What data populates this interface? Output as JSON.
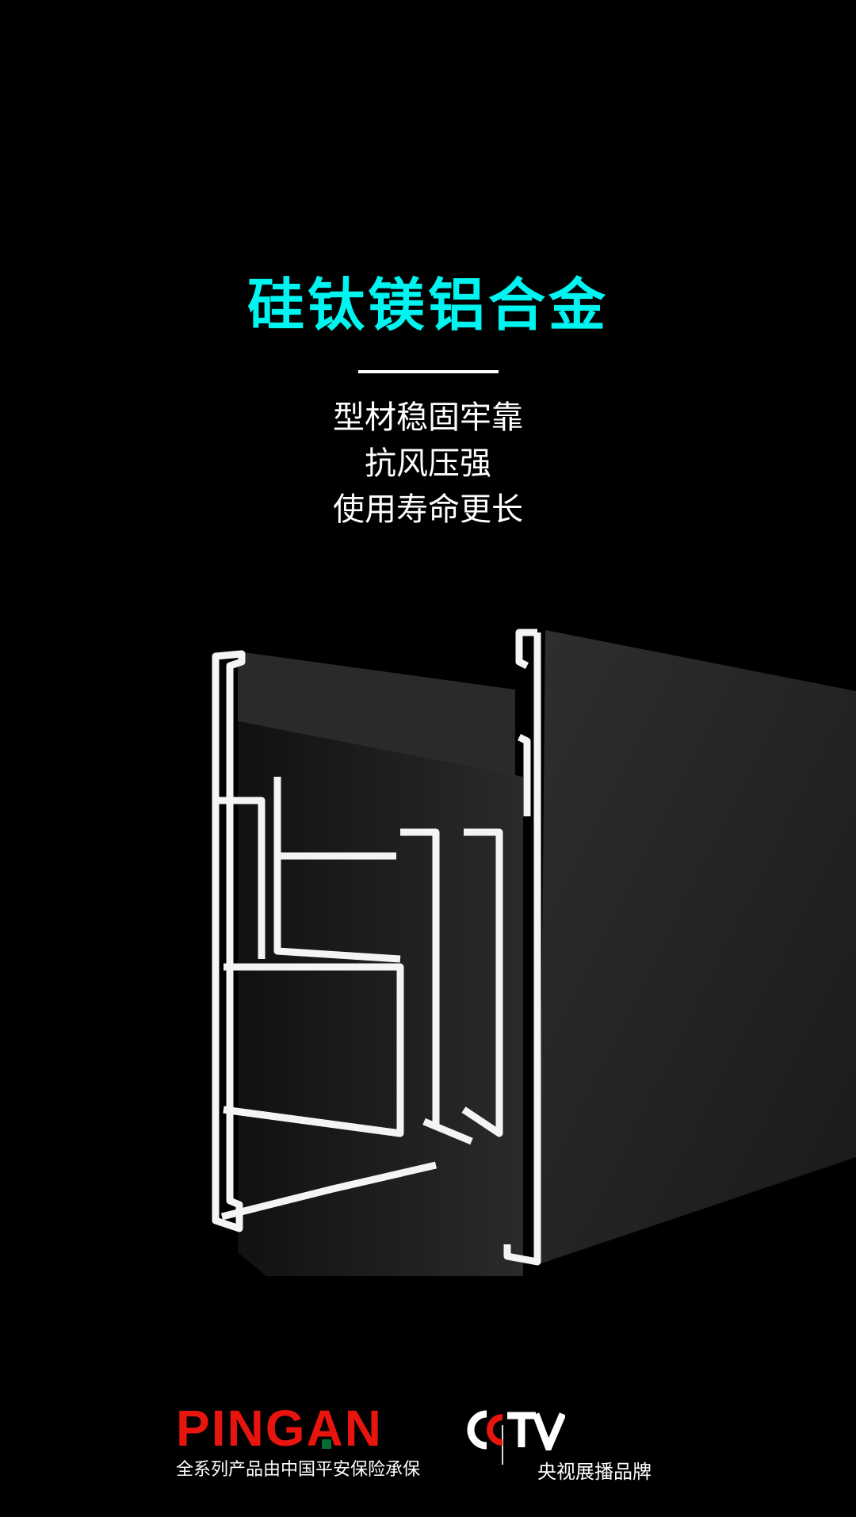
{
  "header": {
    "title": "硅钛镁铝合金"
  },
  "features": [
    "型材稳固牢靠",
    "抗风压强",
    "使用寿命更长"
  ],
  "footer": {
    "pingan_logo": "PINGAN",
    "pingan_caption": "全系列产品由中国平安保险承保",
    "cctv_logo": "CCTV",
    "cctv_caption": "央视展播品牌"
  },
  "colors": {
    "title": "#00f5f0",
    "pingan": "#e8140e",
    "cctv_red": "#e8140e"
  }
}
